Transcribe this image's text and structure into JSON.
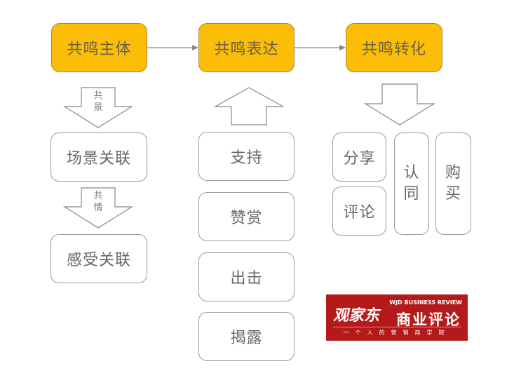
{
  "top": [
    "共鸣主体",
    "共鸣表达",
    "共鸣转化"
  ],
  "col1": {
    "arrow1": [
      "共",
      "景"
    ],
    "box1": "场景关联",
    "arrow2": [
      "共",
      "情"
    ],
    "box2": "感受关联"
  },
  "col2": [
    "支持",
    "赞赏",
    "出击",
    "揭露"
  ],
  "col3": {
    "share": "分享",
    "comment": "评论",
    "approve": "认同",
    "buy": "购买"
  },
  "logo": {
    "calligraphy": "观家东",
    "name": "商业评论",
    "english": "WJD BUSINESS REVIEW",
    "slogan": "一个人的营销商学院"
  },
  "colors": {
    "highlight": "#fbbd08",
    "logo_bg": "#b51a1a"
  }
}
